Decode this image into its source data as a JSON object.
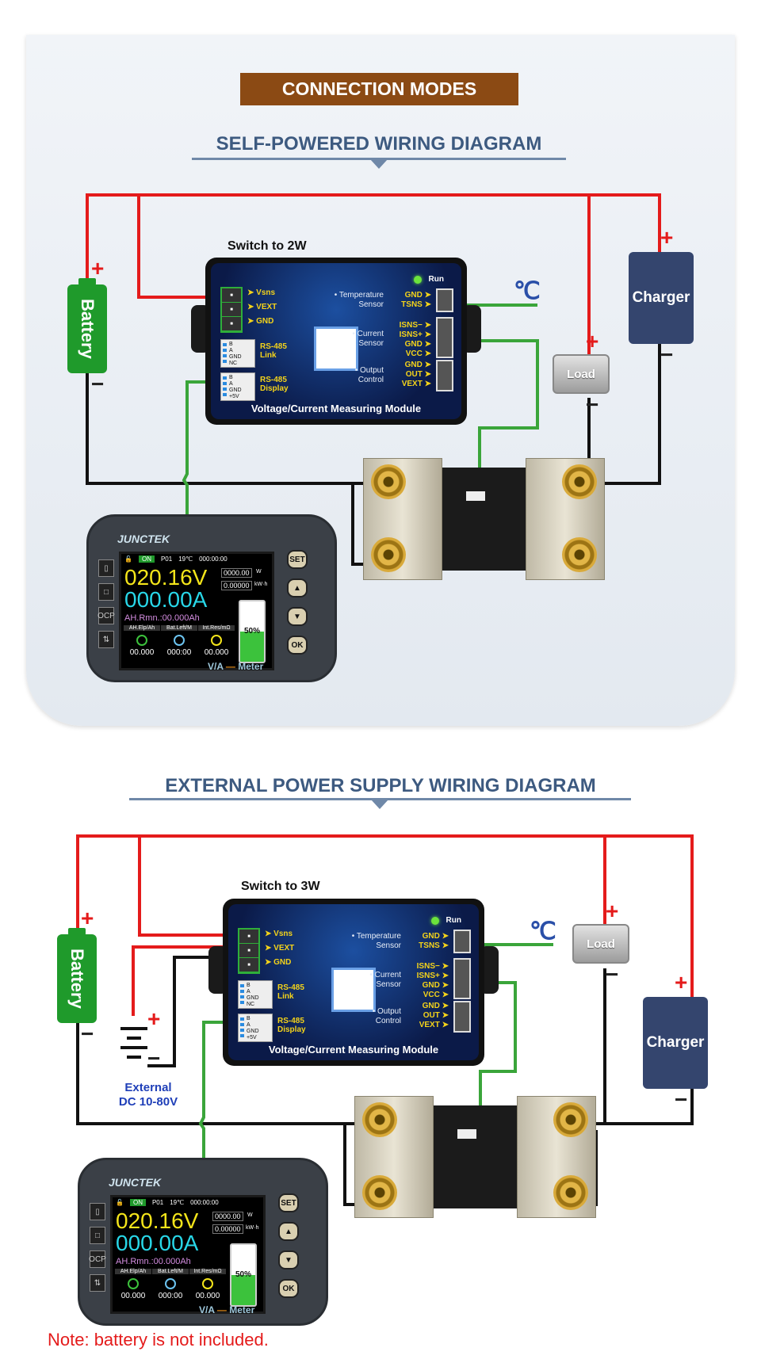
{
  "header": {
    "title": "CONNECTION MODES"
  },
  "diagrams": [
    {
      "subtitle": "SELF-POWERED WIRING DIAGRAM",
      "switch_label": "Switch to 2W"
    },
    {
      "subtitle": "EXTERNAL POWER SUPPLY WIRING DIAGRAM",
      "switch_label": "Switch to 3W",
      "external_label_1": "External",
      "external_label_2": "DC 10-80V"
    }
  ],
  "components": {
    "battery": "Battery",
    "charger": "Charger",
    "load": "Load",
    "temp_unit": "℃",
    "plus": "+",
    "minus": "−"
  },
  "module": {
    "run": "Run",
    "vsns": "➤ Vsns",
    "vext": "➤ VEXT",
    "gnd": "➤ GND",
    "rs485_link": "RS-485\nLink",
    "rs485_display": "RS-485\nDisplay",
    "rj_link": [
      "B",
      "A",
      "GND",
      "NC"
    ],
    "rj_display": [
      "B",
      "A",
      "GND",
      "+5V"
    ],
    "temp_sensor": "• Temperature\nSensor",
    "current_sensor": "• Current\nSensor",
    "output_control": "• Output\nControl",
    "temp_pins": [
      "GND ➤",
      "TSNS ➤"
    ],
    "current_pins": [
      "ISNS− ➤",
      "ISNS+ ➤",
      "GND ➤",
      "VCC ➤"
    ],
    "output_pins": [
      "GND ➤",
      "OUT ➤",
      "VEXT ➤"
    ],
    "title": "Voltage/Current Measuring Module"
  },
  "meter": {
    "brand": "JUNCTEK",
    "on": "ON",
    "program": "P01",
    "temp": "19℃",
    "time": "000:00:00",
    "voltage": "020.16V",
    "current": "000.00A",
    "power": "0000.00",
    "power_unit": "W",
    "energy": "0.00000",
    "energy_unit": "kW·h",
    "ah_remaining": "AH.Rmn.:00.000Ah",
    "battery_percent": "50%",
    "battery_level": 50,
    "stats_headers": [
      "AH.Elp/Ah",
      "Bat.Left/M",
      "Int.Res/mΩ"
    ],
    "stats_values": [
      "00.000",
      "000:00",
      "00.000"
    ],
    "buttons": [
      "SET",
      "▲",
      "▼",
      "OK"
    ],
    "left_buttons": [
      "▯",
      "□",
      "OCP",
      "⇅"
    ],
    "label_va": "V/A",
    "label_meter": "Meter"
  },
  "note": "Note: battery is not included.",
  "colors": {
    "title_bg": "#8b4a14",
    "positive_wire": "#e41b1b",
    "negative_wire": "#111111",
    "signal_wire": "#3aa53a",
    "battery": "#1f9a2b",
    "charger": "#34456e",
    "note": "#e41b1b"
  }
}
